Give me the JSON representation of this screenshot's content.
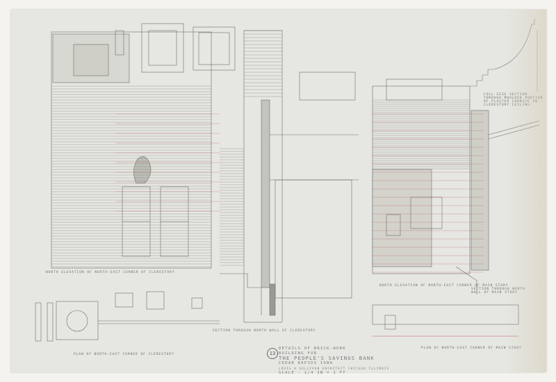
{
  "sheet": {
    "number": "13",
    "title_block": {
      "line1": "DETAILS OF BRICK-WORK",
      "line2": "BUILDING FOR",
      "line3": "THE PEOPLE'S SAVINGS BANK",
      "line4": "CEDAR RAPIDS IOWA",
      "line5": "LOUIS H SULLIVAN ARCHITECT CHICAGO ILLINOIS",
      "line6": "SCALE - 1/4 IN = 1 FT"
    },
    "labels": {
      "elev_clerestory": "NORTH ELEVATION OF NORTH-EAST CORNER OF CLERESTORY",
      "plan_clerestory": "PLAN OF NORTH-EAST CORNER OF CLERESTORY",
      "section_clerestory": "SECTION THROUGH NORTH WALL OF CLERESTORY",
      "elev_main": "NORTH ELEVATION OF NORTH-EAST CORNER OF MAIN STORY",
      "section_main": "SECTION THROUGH NORTH WALL OF MAIN STORY",
      "plan_main": "PLAN OF NORTH-EAST CORNER OF MAIN STORY",
      "cornice": "FULL SIZE SECTION THROUGH MOULDED PORTION OF PLASTER CORNICE IN CLERESTORY CEILING"
    },
    "colors": {
      "paper": "#e6e7e2",
      "ink": "#555555",
      "red_dims": "#c0505a"
    }
  }
}
